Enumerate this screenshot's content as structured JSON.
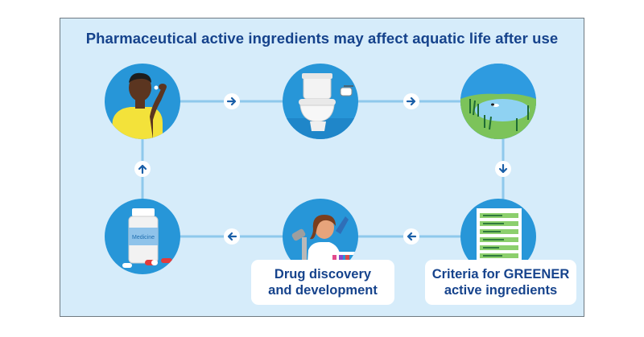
{
  "title": "Pharmaceutical active ingredients may affect aquatic life after use",
  "labels": {
    "drug_discovery_line1": "Drug discovery",
    "drug_discovery_line2": "and development",
    "criteria_line1": "Criteria for GREENER",
    "criteria_line2": "active ingredients"
  },
  "bottle_label": "Medicine",
  "icons": [
    "person-taking-pill-icon",
    "toilet-icon",
    "pond-icon",
    "checklist-icon",
    "scientist-microscope-icon",
    "pill-bottle-icon"
  ],
  "colors": {
    "title": "#16438c",
    "circle": "#2796d8",
    "background": "#d6ecfa",
    "connector": "#8fc9ec"
  }
}
